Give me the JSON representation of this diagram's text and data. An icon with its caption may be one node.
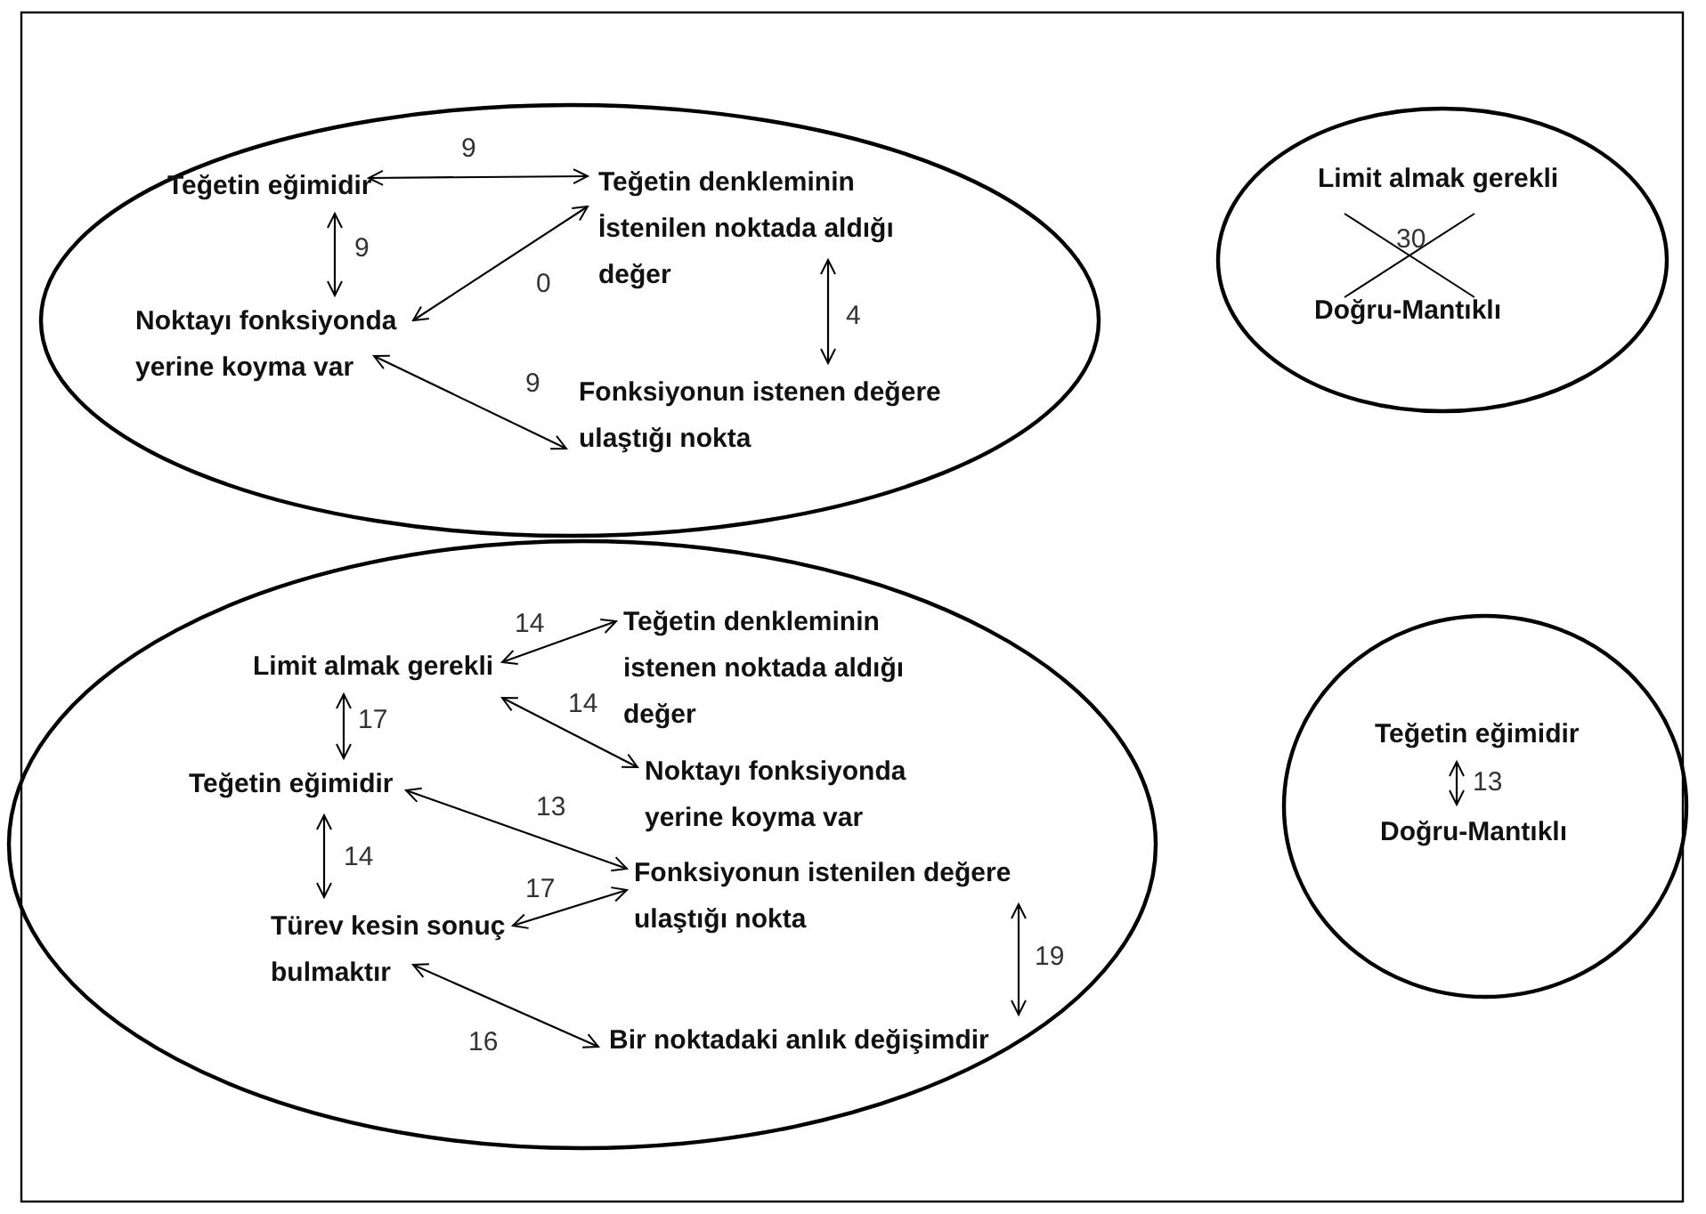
{
  "diagram": {
    "nodes": [
      {
        "text": [],
        "shape": "ellipse"
      },
      {
        "text": [
          "Teğetin eğimidir"
        ],
        "in": 0
      },
      {
        "text": [
          "Teğetin denkleminin İstenilen noktada aldığı değer"
        ],
        "in": 0
      },
      {
        "text": [
          "Noktayı fonksiyonda yerine koyma var"
        ],
        "in": 0
      },
      {
        "text": [
          "Fonksiyonun istenen değere ulaştığı nokta"
        ],
        "in": 0
      },
      {
        "text": [],
        "shape": "ellipse"
      },
      {
        "text": [
          "Limit almak gerekli"
        ],
        "in": 5
      },
      {
        "text": [
          "Doğru-Mantıklı"
        ],
        "in": 5
      },
      {
        "text": [],
        "shape": "ellipse"
      },
      {
        "text": [
          "Teğetin denkleminin istenen noktada aldığı değer"
        ],
        "in": 8
      },
      {
        "text": [
          "Limit almak gerekli"
        ],
        "in": 8
      },
      {
        "text": [
          "Noktayı fonksiyonda yerine koyma var"
        ],
        "in": 8
      },
      {
        "text": [
          "Teğetin eğimidir"
        ],
        "in": 8
      },
      {
        "text": [
          "Fonksiyonun istenilen değere ulaştığı nokta"
        ],
        "in": 8
      },
      {
        "text": [
          "Türev kesin sonuç bulmaktır"
        ],
        "in": 8
      },
      {
        "text": [
          "Bir noktadaki anlık değişimdir"
        ],
        "in": 8
      },
      {
        "text": [],
        "shape": "ellipse"
      },
      {
        "text": [
          "Teğetin eğimidir"
        ],
        "in": 16
      },
      {
        "text": [
          "Doğru-Mantıklı"
        ],
        "in": 16
      }
    ],
    "edges": [
      {
        "from": 1,
        "to": 2,
        "arrow": "both",
        "label": "9"
      },
      {
        "from": 1,
        "to": 3,
        "arrow": "both",
        "label": "9"
      },
      {
        "from": 3,
        "to": 2,
        "arrow": "both",
        "label": "0"
      },
      {
        "from": 2,
        "to": 4,
        "arrow": "both",
        "label": "4"
      },
      {
        "from": 3,
        "to": 4,
        "arrow": "both",
        "label": "9"
      },
      {
        "from": 10,
        "to": 9,
        "arrow": "both",
        "label": "14"
      },
      {
        "from": 10,
        "to": 11,
        "arrow": "both",
        "label": "14"
      },
      {
        "from": 10,
        "to": 12,
        "arrow": "both",
        "label": "17"
      },
      {
        "from": 12,
        "to": 13,
        "arrow": "both",
        "label": "13"
      },
      {
        "from": 12,
        "to": 14,
        "arrow": "both",
        "label": "14"
      },
      {
        "from": 14,
        "to": 13,
        "arrow": "both",
        "label": "17"
      },
      {
        "from": 14,
        "to": 15,
        "arrow": "both",
        "label": "16"
      },
      {
        "from": 13,
        "to": 15,
        "arrow": "both",
        "label": "19"
      },
      {
        "from": 17,
        "to": 18,
        "arrow": "both",
        "label": "13"
      }
    ],
    "labels": [
      "30"
    ]
  }
}
